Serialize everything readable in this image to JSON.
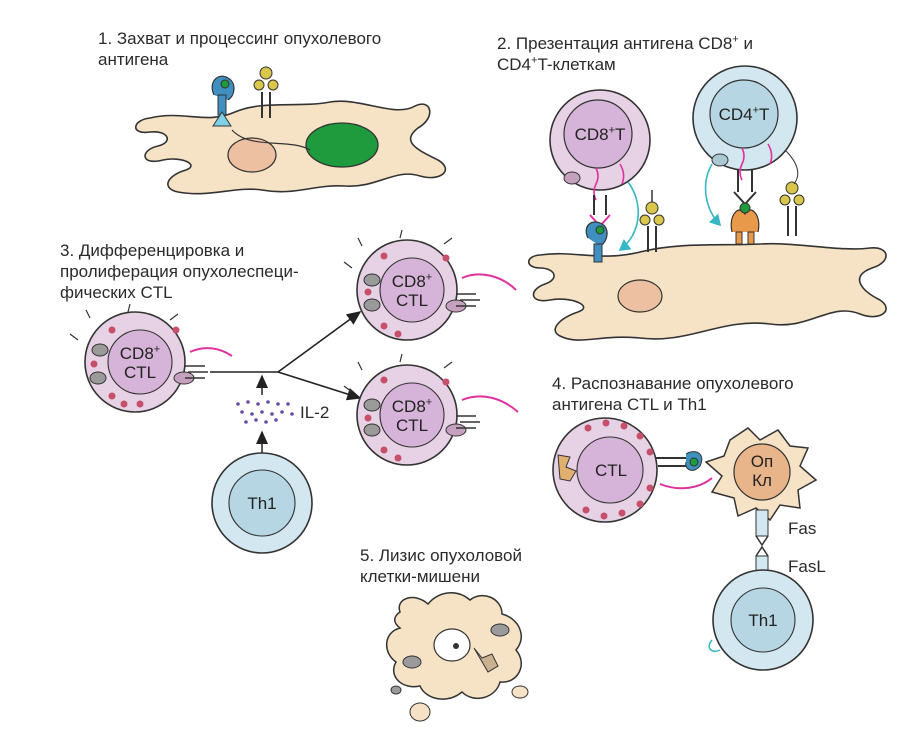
{
  "steps": {
    "s1": {
      "line1": "1. Захват и процессинг опухолевого",
      "line2": "антигена"
    },
    "s2": {
      "line1a": "2. Презентация антигена CD8",
      "line1sup": "+",
      "line1b": " и",
      "line2a": "CD4",
      "line2sup": "+",
      "line2b": "T-клеткам"
    },
    "s3": {
      "line1": "3. Дифференцировка и",
      "line2": "пролиферация опухолеспеци-",
      "line3": "фических CTL"
    },
    "s4": {
      "line1": "4. Распознавание опухолевого",
      "line2": "антигена CTL и Th1"
    },
    "s5": {
      "line1": "5. Лизис опухоловой",
      "line2": "клетки-мишени"
    }
  },
  "cells": {
    "cd8t": {
      "main": "CD8",
      "sup": "+",
      "tail": "T"
    },
    "cd4t": {
      "main": "CD4",
      "sup": "+",
      "tail": "T"
    },
    "ctl_a": {
      "top": "CD8",
      "sup": "+",
      "bottom": "CTL"
    },
    "ctl_b": {
      "top": "CD8",
      "sup": "+",
      "bottom": "CTL"
    },
    "ctl_c": {
      "top": "CD8",
      "sup": "+",
      "bottom": "CTL"
    },
    "ctl_d": {
      "label": "CTL"
    },
    "th1_a": {
      "label": "Th1"
    },
    "th1_b": {
      "label": "Th1"
    },
    "tumor": {
      "line1": "Оп",
      "line2": "Кл"
    }
  },
  "labels": {
    "il2": "IL-2",
    "fas": "Fas",
    "fasl": "FasL"
  },
  "colors": {
    "dc_fill": "#f6e3c6",
    "tcell_fill": "#e7d1e4",
    "tcell_inner": "#d6b3d8",
    "th1_fill": "#d2e7ef",
    "th1_inner": "#b6d6e3",
    "granule": "#c6506c",
    "green": "#1f9a3c",
    "signal": "#e0329e",
    "arrow_blue": "#37b6c4"
  }
}
